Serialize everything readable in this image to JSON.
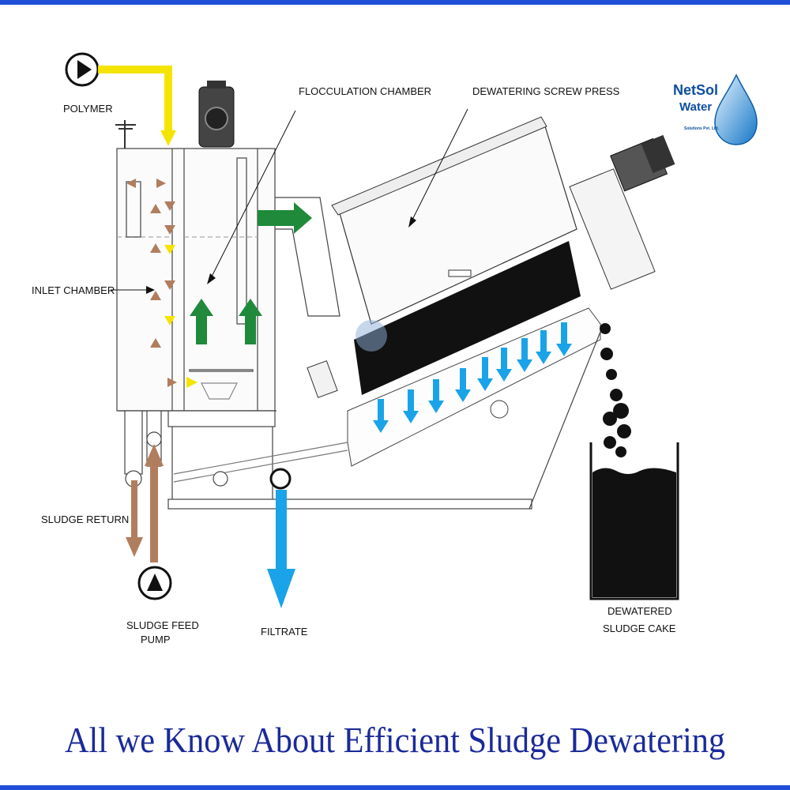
{
  "logo": {
    "line1": "NetSol",
    "line2": "Water",
    "tagline": "Solutions Pvt. Ltd."
  },
  "labels": {
    "polymer": "POLYMER",
    "flocculation_chamber": "FLOCCULATION CHAMBER",
    "dewatering_screw_press": "DEWATERING SCREW PRESS",
    "inlet_chamber": "INLET CHAMBER",
    "sludge_return": "SLUDGE RETURN",
    "sludge_feed_pump_1": "SLUDGE FEED",
    "sludge_feed_pump_2": "PUMP",
    "filtrate": "FILTRATE",
    "dewatered_cake_1": "DEWATERED",
    "dewatered_cake_2": "SLUDGE CAKE"
  },
  "caption": "All we Know About Efficient Sludge Dewatering",
  "colors": {
    "polymer_flow": "#f5e400",
    "sludge_flow": "#b07e5e",
    "floc_flow": "#1e8a3a",
    "filtrate_flow": "#1aa3e8",
    "caption": "#1a2a9a",
    "frame": "#1f4fd6"
  }
}
